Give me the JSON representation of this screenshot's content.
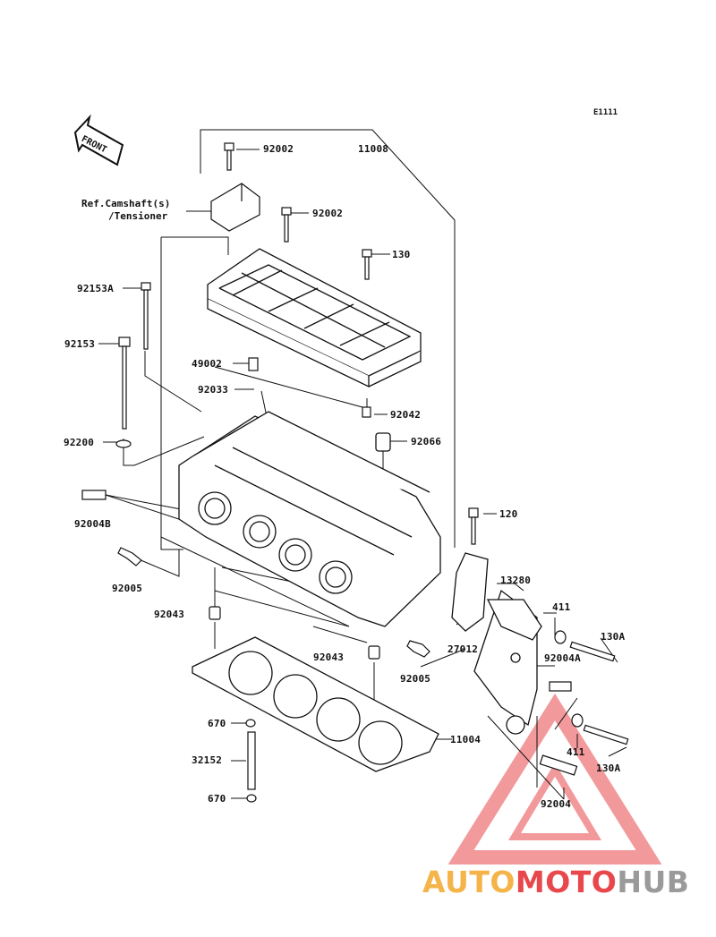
{
  "diagram_code": "E1111",
  "front_label": "FRONT",
  "ref_note": {
    "line1": "Ref.Camshaft(s)",
    "line2": "/Tensioner"
  },
  "parts": {
    "p92002_top": "92002",
    "p11008": "11008",
    "p92002_mid": "92002",
    "p130": "130",
    "p92153A": "92153A",
    "p92153": "92153",
    "p49002": "49002",
    "p92033": "92033",
    "p92042": "92042",
    "p92066": "92066",
    "p92200": "92200",
    "p92004B": "92004B",
    "p120": "120",
    "p92005_left": "92005",
    "p13280": "13280",
    "p411_top": "411",
    "p130A_top": "130A",
    "p92043_left": "92043",
    "p27012": "27012",
    "p92004A": "92004A",
    "p92043_right": "92043",
    "p92005_right": "92005",
    "p670_top": "670",
    "p411_bottom": "411",
    "p130A_bottom": "130A",
    "p11004": "11004",
    "p32152": "32152",
    "p670_bottom": "670",
    "p92004": "92004"
  },
  "watermark": {
    "part1": "AUTO",
    "part2": "MOTO",
    "part3": "HUB"
  },
  "colors": {
    "line": "#1a1a1a",
    "wm_yellow": "#f5b44a",
    "wm_red": "#e8474c",
    "wm_gray": "#9a9a9a"
  }
}
